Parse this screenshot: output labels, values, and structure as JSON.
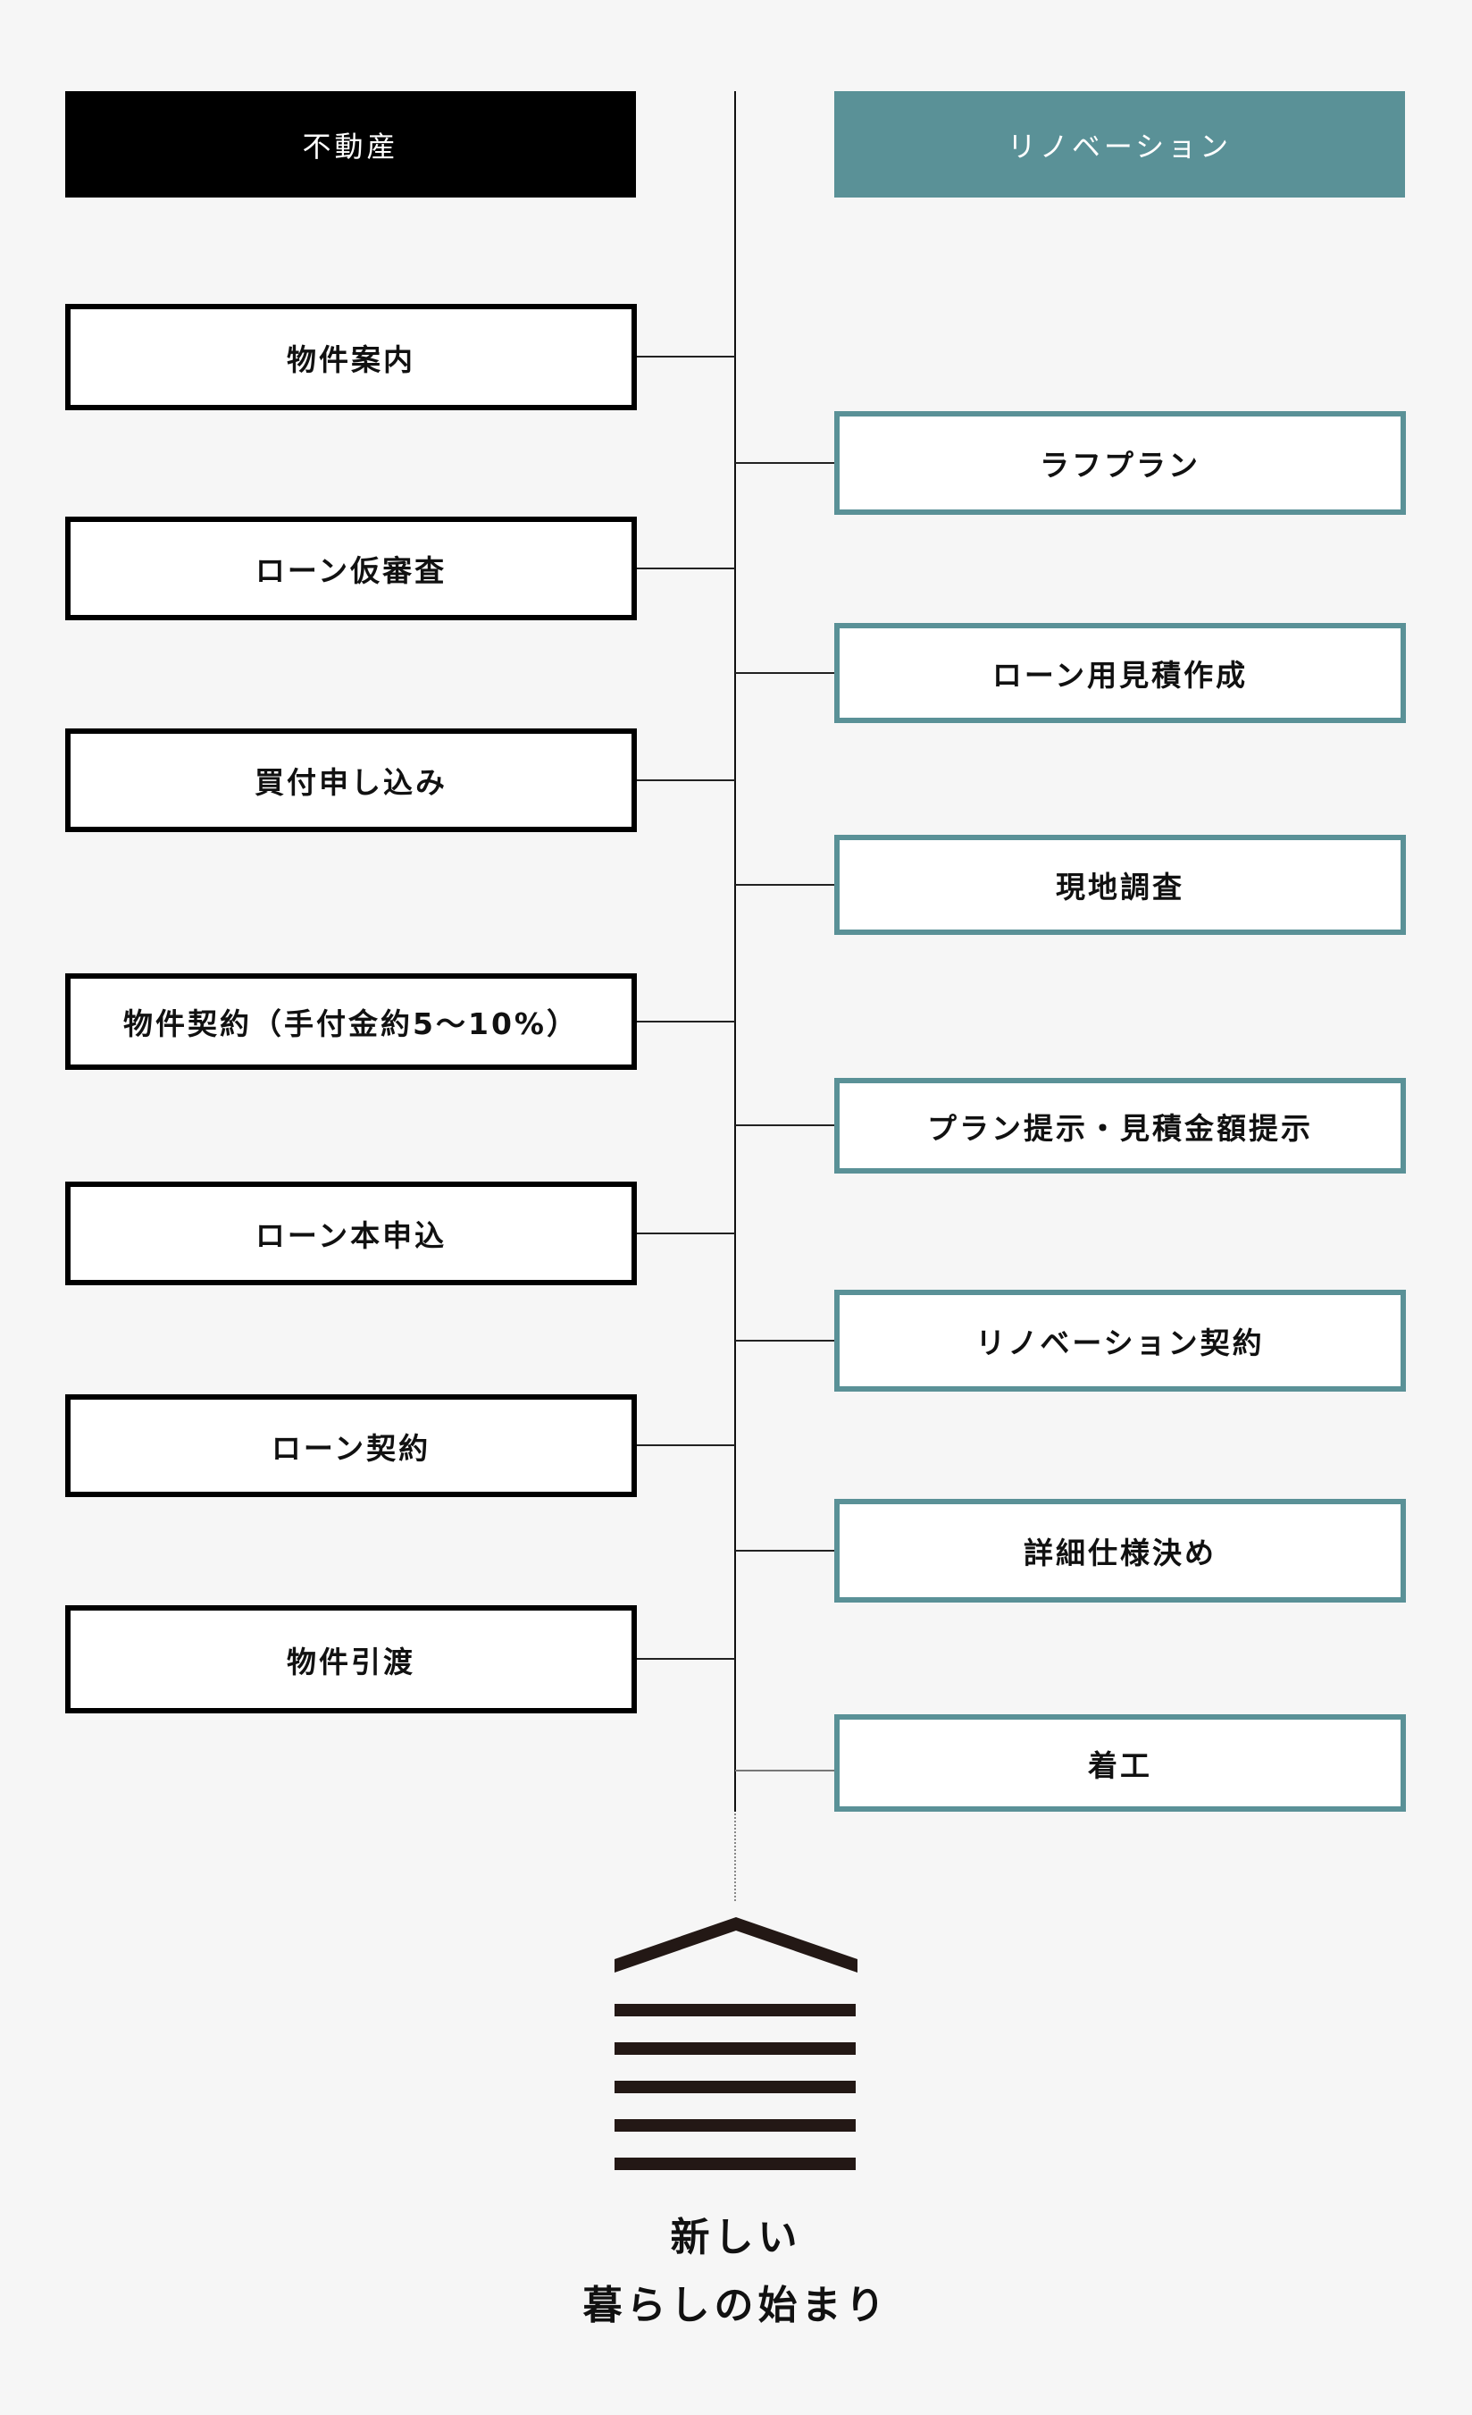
{
  "colors": {
    "background": "#f6f6f6",
    "real_estate_accent": "#000000",
    "renovation_accent": "#5a9197",
    "house_icon": "#231815"
  },
  "columns": {
    "left": {
      "title": "不動産",
      "steps": [
        {
          "label": "物件案内"
        },
        {
          "label": "ローン仮審査"
        },
        {
          "label": "買付申し込み"
        },
        {
          "label": "物件契約（手付金約5～10%）"
        },
        {
          "label": "ローン本申込"
        },
        {
          "label": "ローン契約"
        },
        {
          "label": "物件引渡"
        }
      ]
    },
    "right": {
      "title": "リノベーション",
      "steps": [
        {
          "label": "ラフプラン"
        },
        {
          "label": "ローン用見積作成"
        },
        {
          "label": "現地調査"
        },
        {
          "label": "プラン提示・見積金額提示"
        },
        {
          "label": "リノベーション契約"
        },
        {
          "label": "詳細仕様決め"
        },
        {
          "label": "着工"
        }
      ]
    }
  },
  "footer": {
    "icon": "house-icon",
    "tagline_line1": "新しい",
    "tagline_line2": "暮らしの始まり"
  }
}
